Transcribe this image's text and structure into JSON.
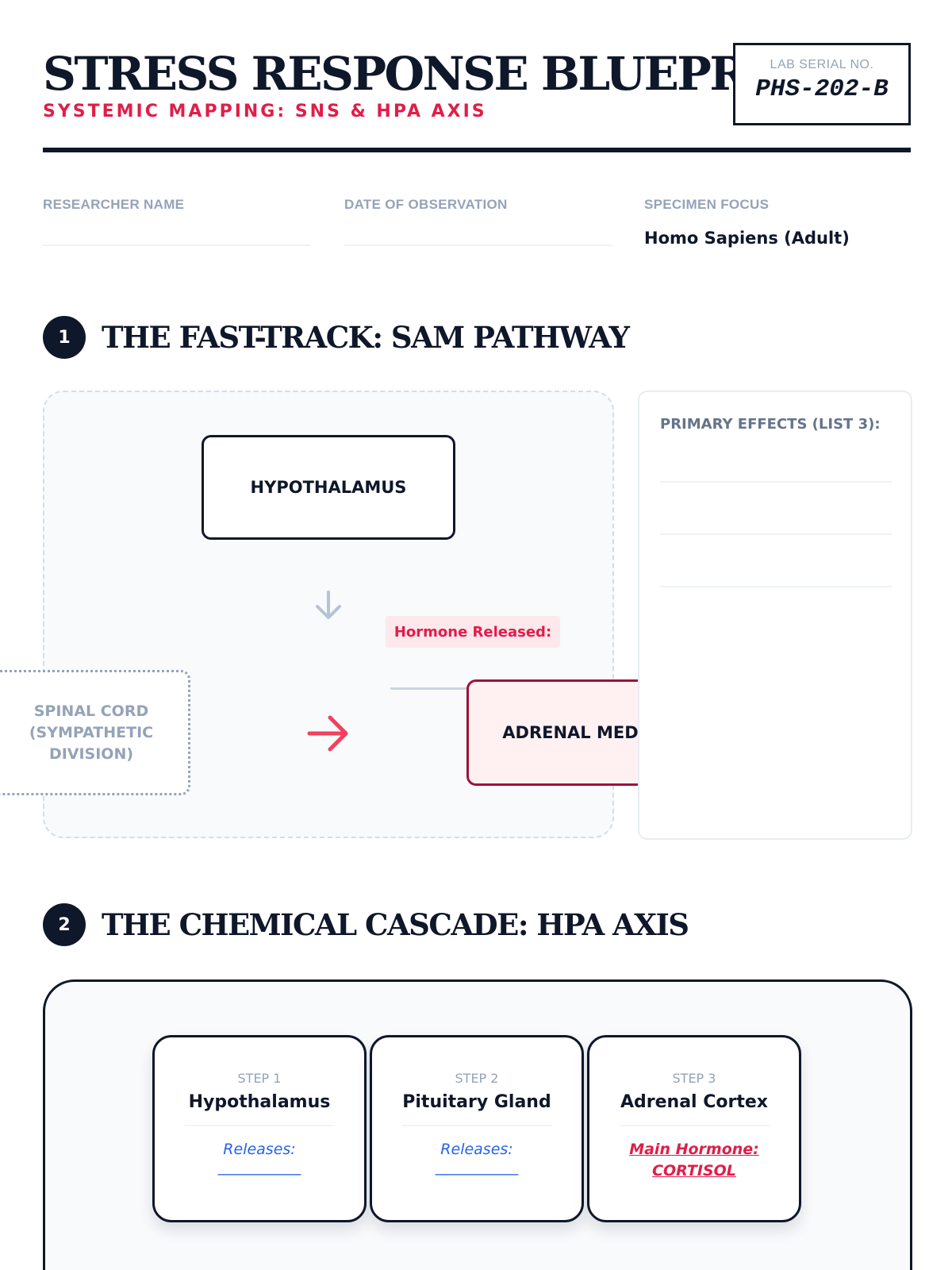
{
  "header": {
    "title": "STRESS RESPONSE BLUEPRINT",
    "subtitle": "SYSTEMIC MAPPING: SNS & HPA AXIS",
    "serial_label": "LAB SERIAL NO.",
    "serial_value": "PHS-202-B"
  },
  "fields": [
    {
      "label": "RESEARCHER NAME",
      "value": ""
    },
    {
      "label": "DATE OF OBSERVATION",
      "value": ""
    },
    {
      "label": "SPECIMEN FOCUS",
      "value": "Homo Sapiens (Adult)"
    }
  ],
  "section1": {
    "number": "1",
    "title": "THE FAST-TRACK: SAM PATHWAY",
    "hypothalamus": "HYPOTHALAMUS",
    "spinal_line1": "SPINAL CORD",
    "spinal_line2": "(SYMPATHETIC DIVISION)",
    "hormone_label": "Hormone Released:",
    "adrenal": "ADRENAL MEDULLA",
    "effects_label": "PRIMARY EFFECTS (LIST 3):"
  },
  "section2": {
    "number": "2",
    "title": "THE CHEMICAL CASCADE: HPA AXIS",
    "steps": [
      {
        "step": "STEP 1",
        "name": "Hypothalamus",
        "release": "Releases:",
        "blank": "___________"
      },
      {
        "step": "STEP 2",
        "name": "Pituitary Gland",
        "release": "Releases:",
        "blank": "___________"
      },
      {
        "step": "STEP 3",
        "name": "Adrenal Cortex",
        "hormone_line1": "Main Hormone:",
        "hormone_line2": "CORTISOL"
      }
    ]
  },
  "colors": {
    "ink": "#0f172a",
    "accent": "#e11d48",
    "muted": "#94a3b8",
    "link": "#2563eb",
    "adrenal_fill": "#fff1f2",
    "adrenal_border": "#9f1239"
  },
  "icons": {
    "down_arrow": "arrow-down-icon",
    "right_arrow": "arrow-right-icon"
  }
}
